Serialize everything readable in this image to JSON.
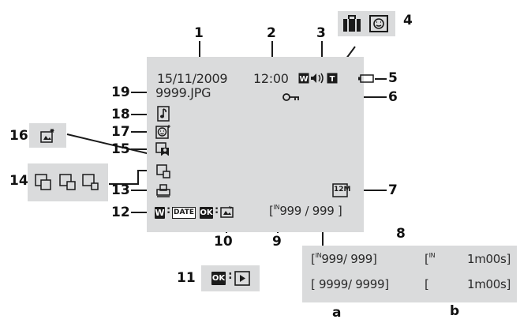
{
  "screen": {
    "date": "15/11/2009",
    "time": "12:00",
    "filename": "9999.JPG",
    "print_date_label": "DATE",
    "w_badge": "W",
    "ok_badge": "OK",
    "image_size_label": "12M",
    "frame_counter_prefix": "[",
    "frame_counter_memory": "IN",
    "frame_counter_value": "999 /   999 ]"
  },
  "callouts": [
    "1",
    "2",
    "3",
    "4",
    "5",
    "6",
    "7",
    "8",
    "9",
    "10",
    "11",
    "12",
    "13",
    "14",
    "15",
    "16",
    "17",
    "18",
    "19"
  ],
  "panel8": {
    "row1_col_a": "999/   999]",
    "row1_col_a_prefix": "[",
    "row1_col_a_mem": "IN",
    "row1_col_b_prefix": "[",
    "row1_col_b_mem": "IN",
    "row1_col_b": "1m00s]",
    "row2_col_a": "[ 9999/ 9999]",
    "row2_col_b_prefix": "[",
    "row2_col_b": "1m00s]"
  },
  "panel_labels": {
    "a": "a",
    "b": "b"
  },
  "colors": {
    "screen": "#dadbdc",
    "ink": "#1b1b1b",
    "callout_line": "#1a1a1a"
  },
  "icons": {
    "battery": "battery-indicator-icon",
    "protect": "protect-key-icon",
    "volume": "volume-indicator-icon",
    "world_time": "travel-destination-icon",
    "home_time": "home-time-icon",
    "d_lighting": "d-lighting-icon",
    "voice_memo": "voice-memo-icon",
    "small_picture": "small-picture-icon",
    "crop": "crop-icon",
    "print_order": "print-order-icon",
    "quick_retouch": "quick-retouch-icon",
    "skin_softening": "skin-softening-icon",
    "movie_playback": "movie-playback-icon"
  }
}
